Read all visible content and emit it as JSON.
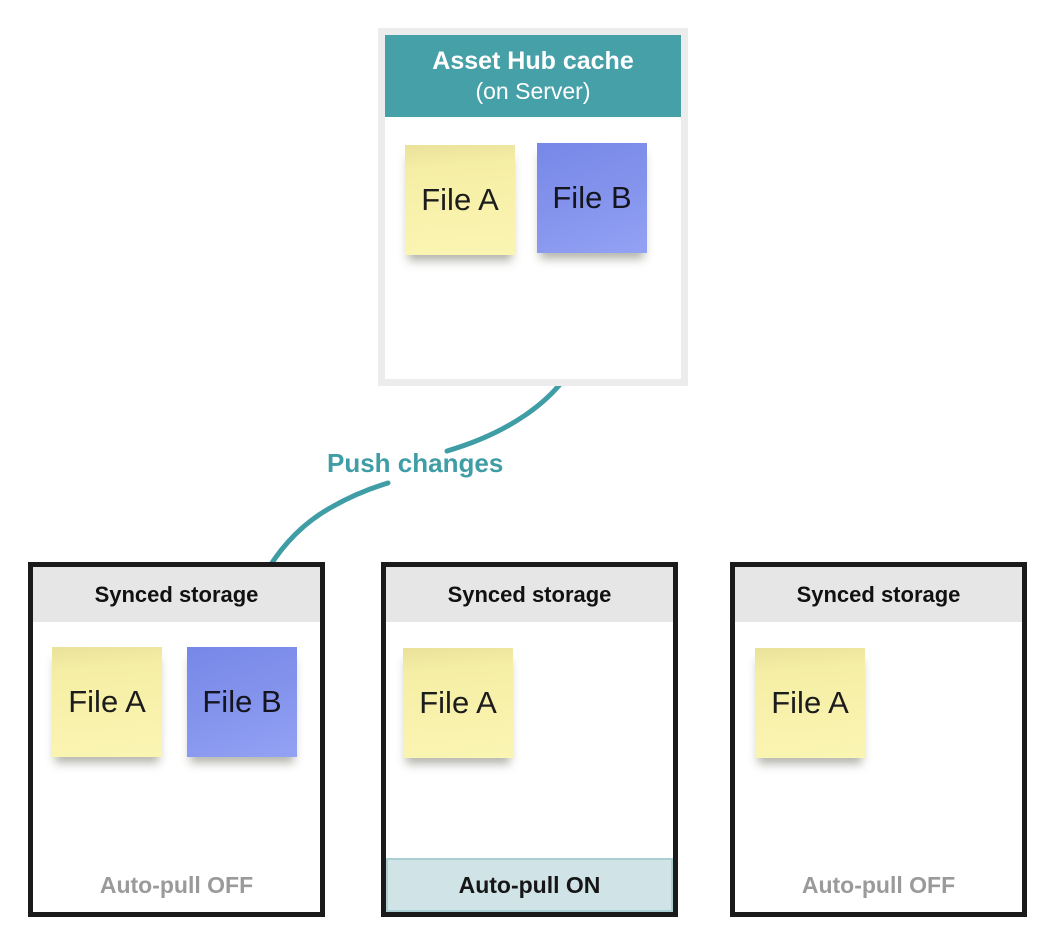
{
  "colors": {
    "teal_header": "#46a0a8",
    "arrow": "#3f9da5",
    "note_yellow": "#f8f2ac",
    "note_blue": "#8494ee",
    "footer_on_bg": "#d0e3e6",
    "muted_text": "#9a9a9a",
    "box_border_dark": "#1b1b1b",
    "box_border_light": "#ececec",
    "header_band_gray": "#e6e6e6"
  },
  "server_box": {
    "title": "Asset Hub cache",
    "subtitle": "(on Server)",
    "files": [
      {
        "label": "File A",
        "color": "yellow"
      },
      {
        "label": "File B",
        "color": "blue"
      }
    ]
  },
  "arrow": {
    "label": "Push changes"
  },
  "storage_boxes": [
    {
      "title": "Synced storage",
      "files": [
        {
          "label": "File A",
          "color": "yellow"
        },
        {
          "label": "File B",
          "color": "blue"
        }
      ],
      "footer": {
        "label": "Auto-pull OFF",
        "state": "off"
      }
    },
    {
      "title": "Synced storage",
      "files": [
        {
          "label": "File A",
          "color": "yellow"
        }
      ],
      "footer": {
        "label": "Auto-pull ON",
        "state": "on"
      }
    },
    {
      "title": "Synced storage",
      "files": [
        {
          "label": "File A",
          "color": "yellow"
        }
      ],
      "footer": {
        "label": "Auto-pull OFF",
        "state": "off"
      }
    }
  ]
}
